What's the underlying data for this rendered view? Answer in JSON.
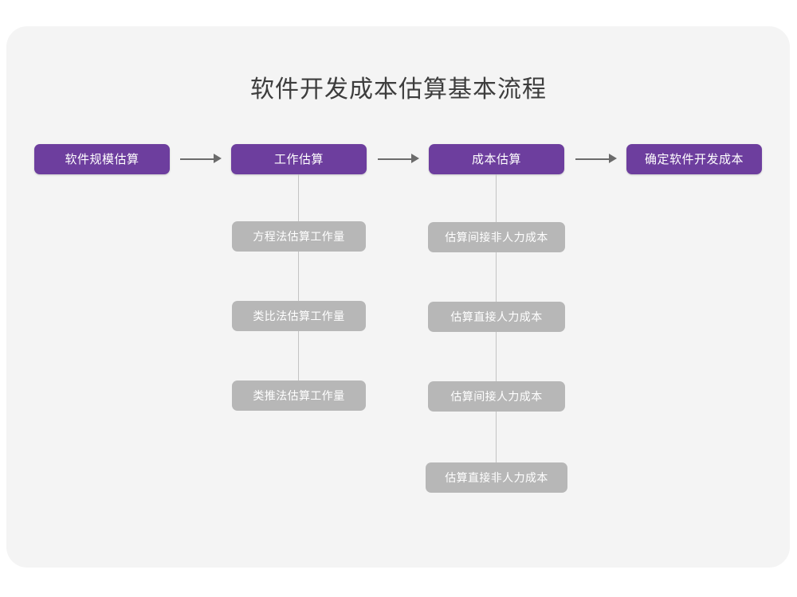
{
  "diagram": {
    "title": "软件开发成本估算基本流程",
    "colors": {
      "canvas": "#ffffff",
      "card": "#f4f4f4",
      "primary_node": "#6d3e9e",
      "secondary_node": "#b7b7b7",
      "node_text": "#ffffff",
      "title_text": "#3d3d3d",
      "arrow": "#6b6b6b",
      "connector": "#c4c4c4"
    },
    "arrow_glyph": "long-right-arrow",
    "stages": [
      {
        "id": "stage-1",
        "label": "软件规模估算",
        "substeps": []
      },
      {
        "id": "stage-2",
        "label": "工作估算",
        "substeps": [
          {
            "id": "stage-2-sub-1",
            "label": "方程法估算工作量"
          },
          {
            "id": "stage-2-sub-2",
            "label": "类比法估算工作量"
          },
          {
            "id": "stage-2-sub-3",
            "label": "类推法估算工作量"
          }
        ]
      },
      {
        "id": "stage-3",
        "label": "成本估算",
        "substeps": [
          {
            "id": "stage-3-sub-1",
            "label": "估算间接非人力成本"
          },
          {
            "id": "stage-3-sub-2",
            "label": "估算直接人力成本"
          },
          {
            "id": "stage-3-sub-3",
            "label": "估算间接人力成本"
          },
          {
            "id": "stage-3-sub-4",
            "label": "估算直接非人力成本"
          }
        ]
      },
      {
        "id": "stage-4",
        "label": "确定软件开发成本",
        "substeps": []
      }
    ]
  }
}
